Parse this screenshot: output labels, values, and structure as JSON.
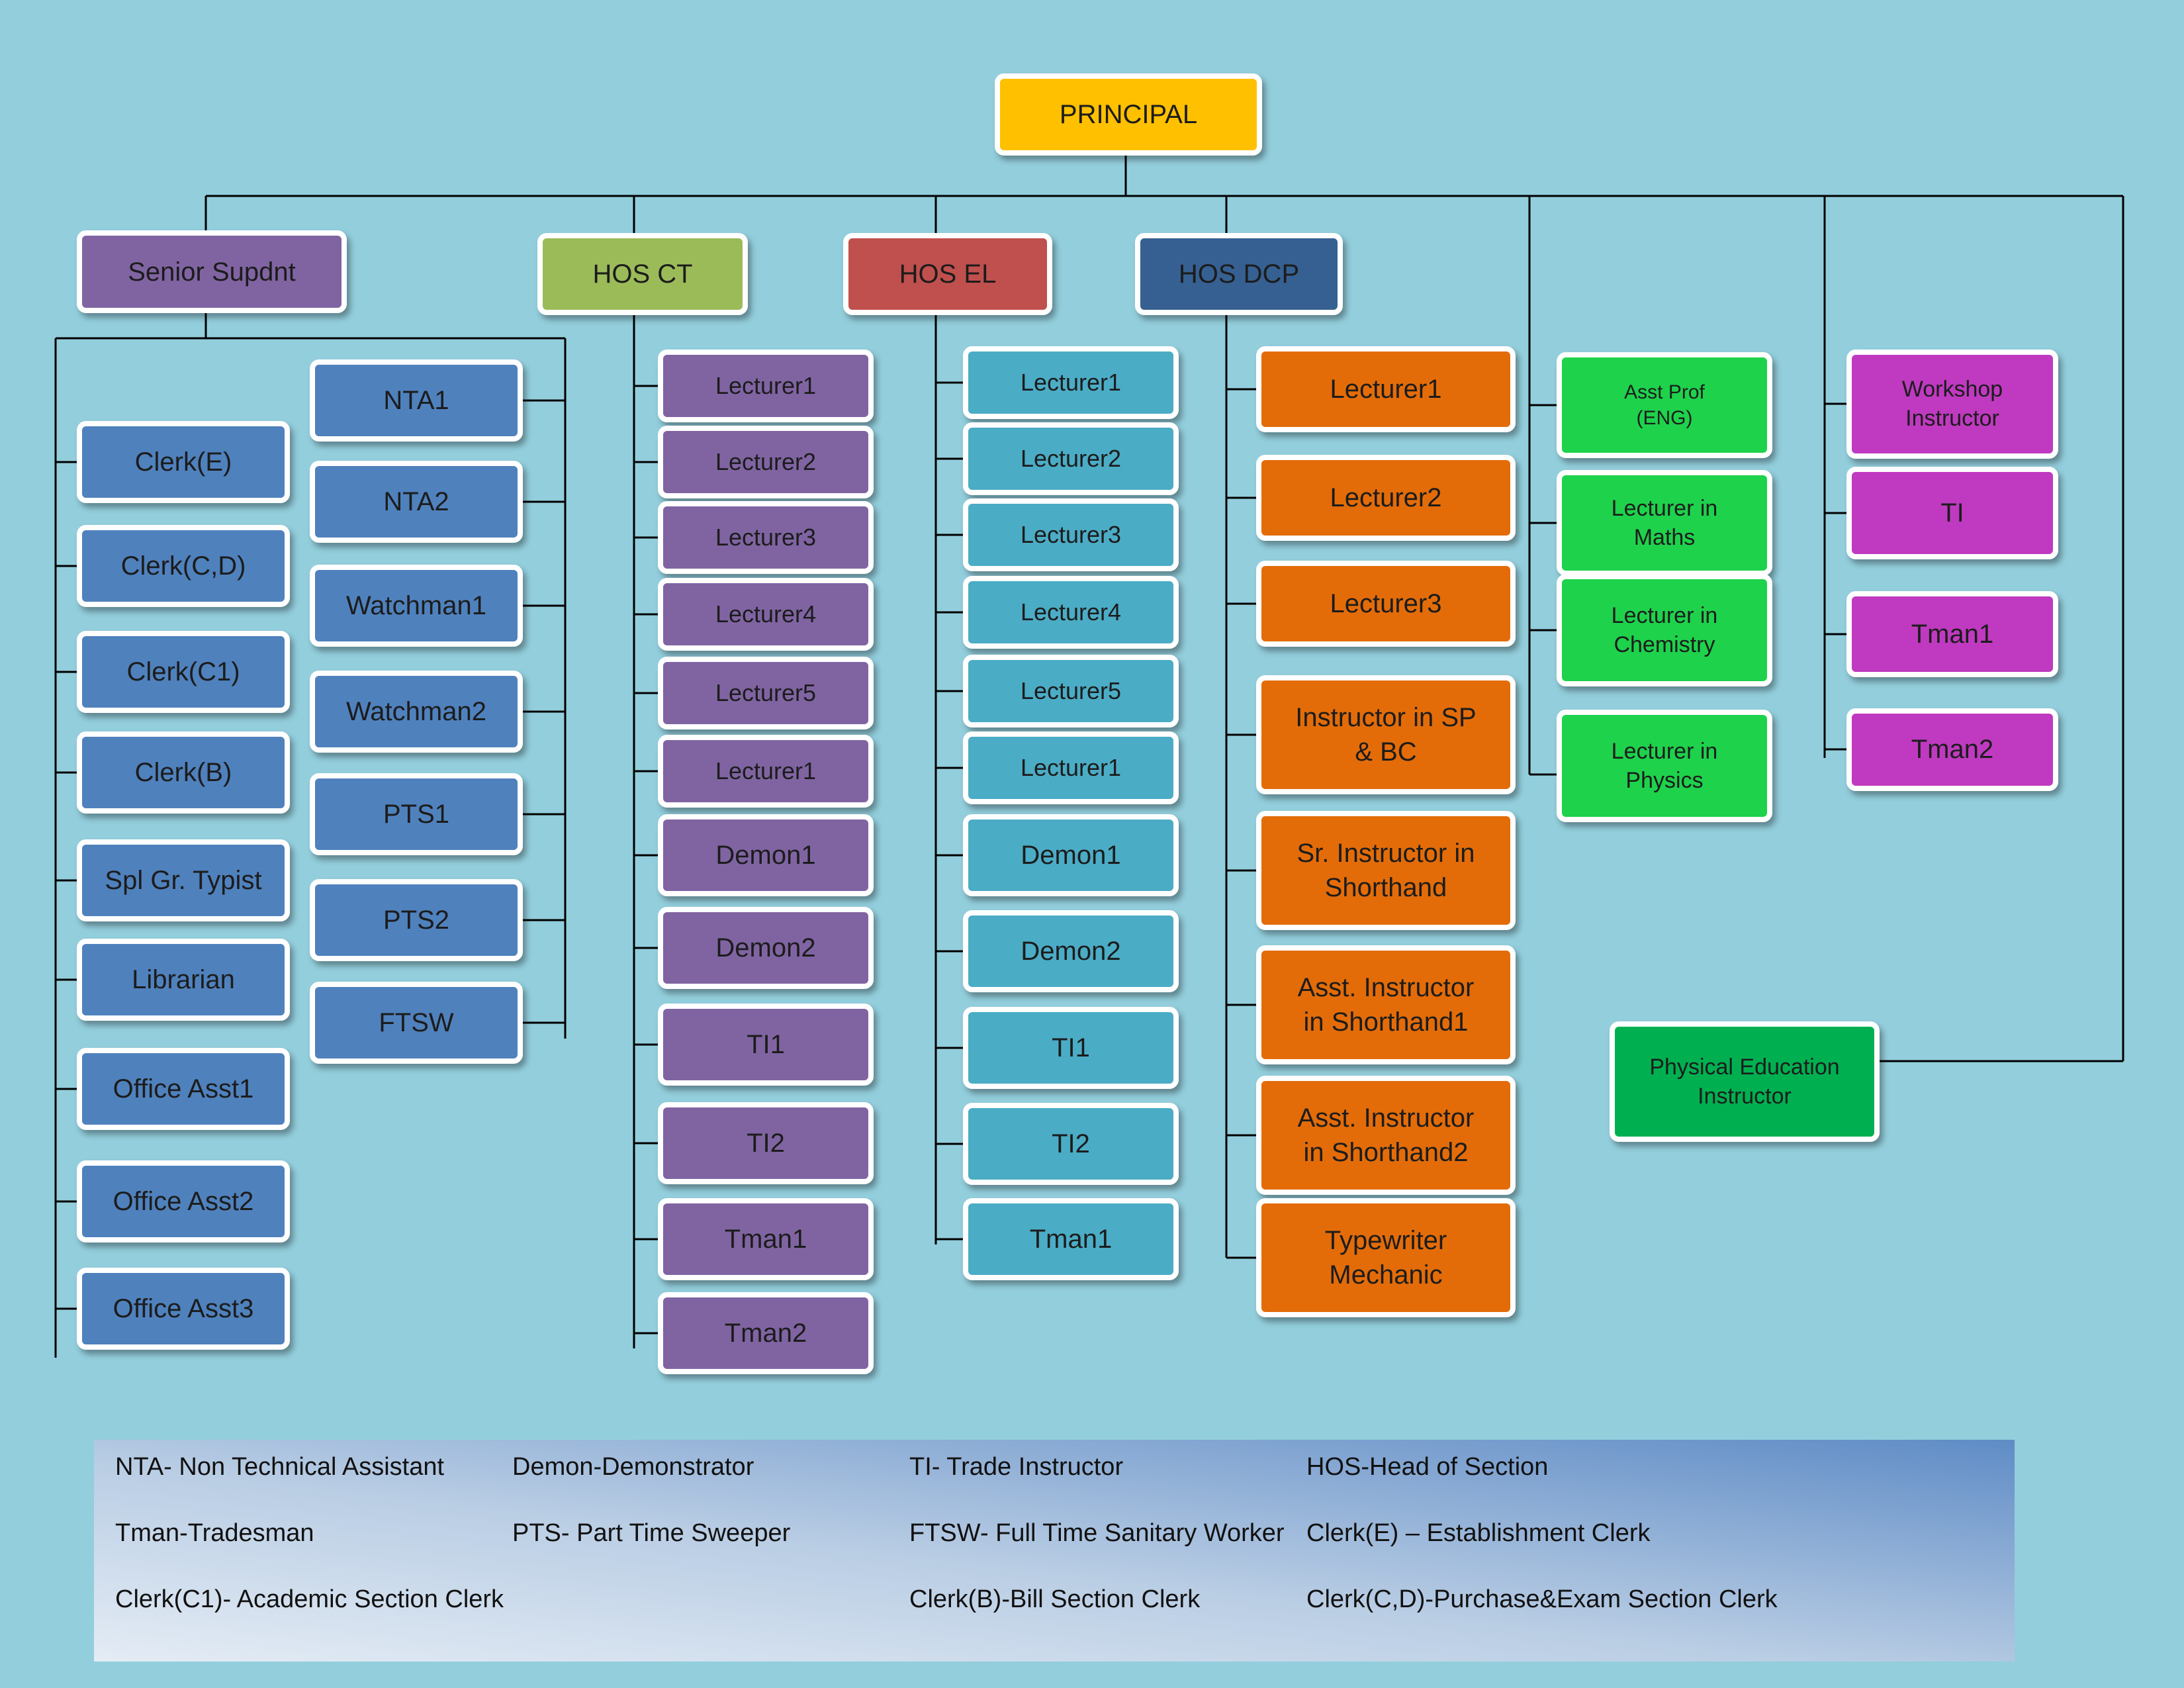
{
  "nodes": {
    "principal": "PRINCIPAL",
    "senior": "Senior Supdnt",
    "hos_ct": "HOS CT",
    "hos_el": "HOS EL",
    "hos_dcp": "HOS DCP",
    "senior_left": [
      "Clerk(E)",
      "Clerk(C,D)",
      "Clerk(C1)",
      "Clerk(B)",
      "Spl Gr. Typist",
      "Librarian",
      "Office Asst1",
      "Office Asst2",
      "Office Asst3"
    ],
    "senior_right": [
      "NTA1",
      "NTA2",
      "Watchman1",
      "Watchman2",
      "PTS1",
      "PTS2",
      "FTSW"
    ],
    "ct": [
      "Lecturer1",
      "Lecturer2",
      "Lecturer3",
      "Lecturer4",
      "Lecturer5",
      "Lecturer1",
      "Demon1",
      "Demon2",
      "TI1",
      "TI2",
      "Tman1",
      "Tman2"
    ],
    "el": [
      "Lecturer1",
      "Lecturer2",
      "Lecturer3",
      "Lecturer4",
      "Lecturer5",
      "Lecturer1",
      "Demon1",
      "Demon2",
      "TI1",
      "TI2",
      "Tman1"
    ],
    "dcp": [
      "Lecturer1",
      "Lecturer2",
      "Lecturer3",
      "Instructor in SP\n& BC",
      "Sr. Instructor in\nShorthand",
      "Asst. Instructor\nin Shorthand1",
      "Asst. Instructor\nin Shorthand2",
      "Typewriter\nMechanic"
    ],
    "green": [
      "Asst Prof\n(ENG)",
      "Lecturer in\nMaths",
      "Lecturer in\nChemistry",
      "Lecturer in\nPhysics"
    ],
    "magenta": [
      "Workshop\nInstructor",
      "TI",
      "Tman1",
      "Tman2"
    ],
    "pe": "Physical  Education\nInstructor"
  },
  "legend": {
    "nta": "NTA- Non Technical Assistant",
    "demon": "Demon-Demonstrator",
    "ti": "TI- Trade Instructor",
    "hos": "HOS-Head of Section",
    "tman": "Tman-Tradesman",
    "pts": "PTS- Part Time Sweeper",
    "ftsw": "FTSW- Full Time Sanitary Worker",
    "clerk_e": "Clerk(E) – Establishment Clerk",
    "clerk_c1": "Clerk(C1)- Academic Section Clerk",
    "clerk_b": "Clerk(B)-Bill Section Clerk",
    "clerk_cd": "Clerk(C,D)-Purchase&Exam Section Clerk"
  },
  "colors": {
    "background": "#93cedc",
    "principal": "#ffc000",
    "senior": "#8064a2",
    "hos_ct": "#9bbb59",
    "hos_el": "#c0504d",
    "hos_dcp": "#366092",
    "blue": "#4f81bd",
    "purple": "#8064a2",
    "teal": "#4bacc6",
    "orange": "#e36c09",
    "green": "#1ed24c",
    "magenta": "#bf3ac0",
    "pe_green": "#00b050",
    "lines": "#000000"
  }
}
